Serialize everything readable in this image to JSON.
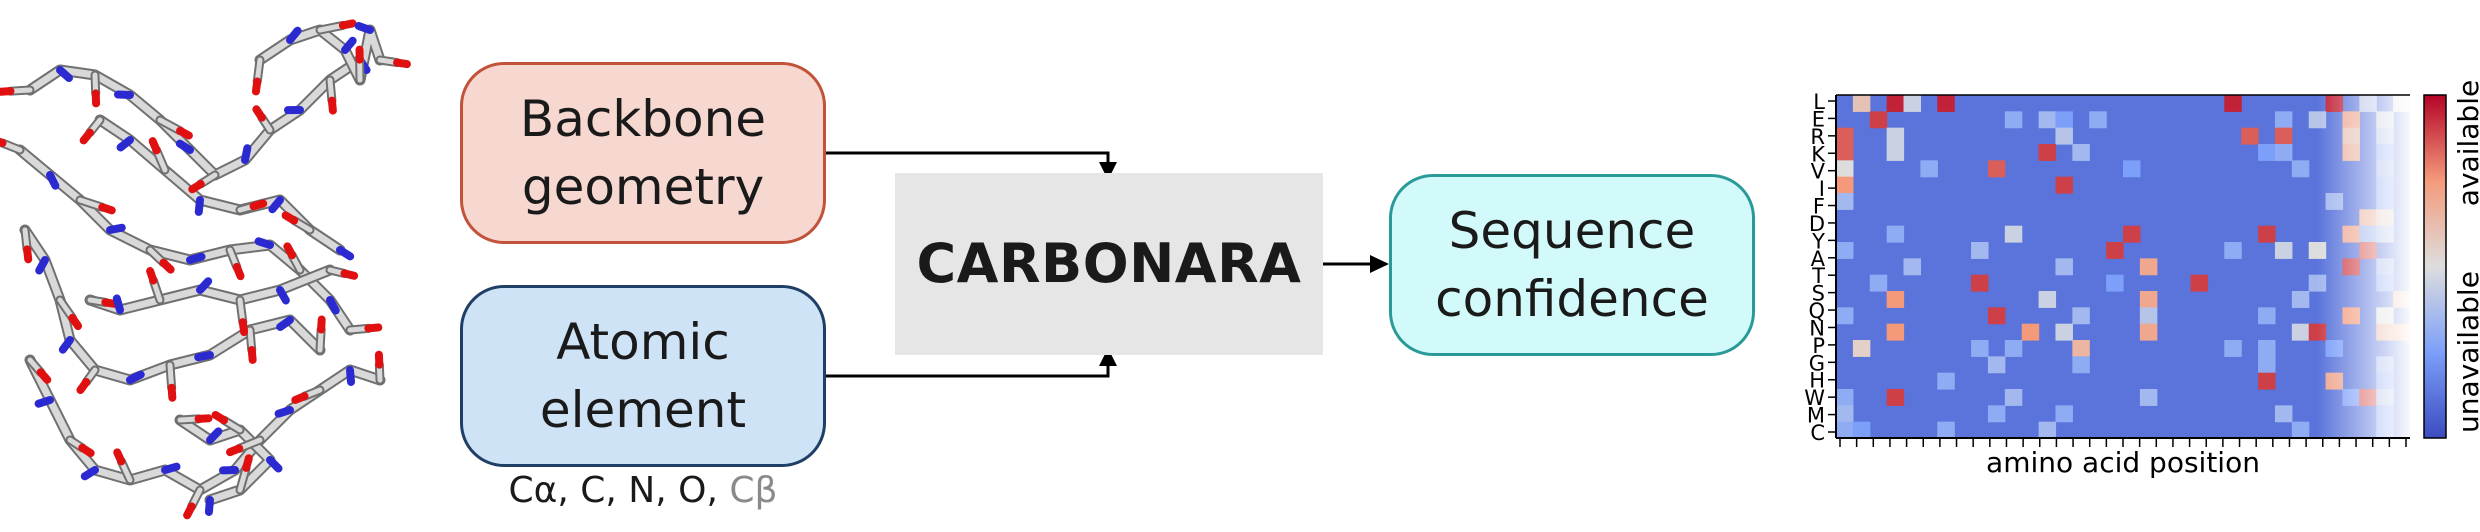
{
  "colors": {
    "backbone_fill": "#f6d8d0",
    "backbone_border": "#c0533a",
    "atomic_fill": "#cfe3f7",
    "atomic_border": "#1f3f66",
    "carbonara_fill": "#e6e6e6",
    "sequence_fill": "#d3fafa",
    "sequence_border": "#2a9a98",
    "arrow": "#000000"
  },
  "boxes": {
    "backbone": {
      "line1": "Backbone",
      "line2": "geometry"
    },
    "atomic": {
      "line1": "Atomic",
      "line2": "element"
    },
    "carbonara": {
      "label": "CARBONARA"
    },
    "sequence": {
      "line1": "Sequence",
      "line2": "confidence"
    }
  },
  "atoms": {
    "main": "Cα, C, N, O,",
    "optional": "Cβ"
  },
  "icons": {
    "structure": "protein-backbone-stick-model-icon"
  },
  "chart_data": {
    "type": "heatmap",
    "xlabel": "amino acid position",
    "y_categories": [
      "L",
      "E",
      "R",
      "K",
      "V",
      "I",
      "F",
      "D",
      "Y",
      "A",
      "T",
      "S",
      "Q",
      "N",
      "P",
      "G",
      "H",
      "W",
      "M",
      "C"
    ],
    "x_count": 34,
    "colorbar": {
      "high_label": "available",
      "low_label": "unavailable",
      "colormap": "coolwarm"
    },
    "fade_right": true,
    "background_value": 0.12,
    "cells": [
      [
        0,
        1,
        0.6
      ],
      [
        0,
        3,
        0.95
      ],
      [
        0,
        4,
        0.45
      ],
      [
        0,
        6,
        0.95
      ],
      [
        0,
        23,
        0.95
      ],
      [
        0,
        29,
        0.95
      ],
      [
        0,
        31,
        0.4
      ],
      [
        0,
        33,
        0.5
      ],
      [
        1,
        2,
        0.9
      ],
      [
        1,
        10,
        0.3
      ],
      [
        1,
        12,
        0.35
      ],
      [
        1,
        13,
        0.25
      ],
      [
        1,
        15,
        0.3
      ],
      [
        1,
        26,
        0.3
      ],
      [
        1,
        28,
        0.4
      ],
      [
        1,
        30,
        0.7
      ],
      [
        1,
        32,
        0.45
      ],
      [
        2,
        0,
        0.85
      ],
      [
        2,
        3,
        0.45
      ],
      [
        2,
        13,
        0.4
      ],
      [
        2,
        24,
        0.85
      ],
      [
        2,
        26,
        0.85
      ],
      [
        2,
        30,
        0.6
      ],
      [
        2,
        32,
        0.4
      ],
      [
        3,
        0,
        0.85
      ],
      [
        3,
        3,
        0.45
      ],
      [
        3,
        12,
        0.9
      ],
      [
        3,
        14,
        0.35
      ],
      [
        3,
        25,
        0.25
      ],
      [
        3,
        26,
        0.3
      ],
      [
        3,
        30,
        0.65
      ],
      [
        3,
        32,
        0.3
      ],
      [
        4,
        0,
        0.5
      ],
      [
        4,
        5,
        0.3
      ],
      [
        4,
        9,
        0.85
      ],
      [
        4,
        17,
        0.25
      ],
      [
        4,
        27,
        0.3
      ],
      [
        4,
        32,
        0.35
      ],
      [
        5,
        0,
        0.75
      ],
      [
        5,
        13,
        0.9
      ],
      [
        5,
        32,
        0.3
      ],
      [
        6,
        0,
        0.35
      ],
      [
        6,
        29,
        0.35
      ],
      [
        6,
        32,
        0.3
      ],
      [
        7,
        31,
        0.65
      ],
      [
        7,
        32,
        0.55
      ],
      [
        8,
        3,
        0.3
      ],
      [
        8,
        10,
        0.45
      ],
      [
        8,
        17,
        0.9
      ],
      [
        8,
        25,
        0.9
      ],
      [
        8,
        30,
        0.7
      ],
      [
        8,
        31,
        0.35
      ],
      [
        8,
        32,
        0.4
      ],
      [
        9,
        0,
        0.3
      ],
      [
        9,
        8,
        0.35
      ],
      [
        9,
        16,
        0.9
      ],
      [
        9,
        23,
        0.3
      ],
      [
        9,
        26,
        0.45
      ],
      [
        9,
        28,
        0.5
      ],
      [
        9,
        31,
        0.85
      ],
      [
        10,
        4,
        0.35
      ],
      [
        10,
        13,
        0.35
      ],
      [
        10,
        18,
        0.7
      ],
      [
        10,
        30,
        0.9
      ],
      [
        10,
        32,
        0.35
      ],
      [
        11,
        2,
        0.3
      ],
      [
        11,
        8,
        0.9
      ],
      [
        11,
        16,
        0.25
      ],
      [
        11,
        21,
        0.9
      ],
      [
        11,
        28,
        0.35
      ],
      [
        11,
        32,
        0.3
      ],
      [
        12,
        3,
        0.75
      ],
      [
        12,
        12,
        0.45
      ],
      [
        12,
        18,
        0.7
      ],
      [
        12,
        27,
        0.35
      ],
      [
        12,
        33,
        0.65
      ],
      [
        13,
        0,
        0.3
      ],
      [
        13,
        9,
        0.9
      ],
      [
        13,
        14,
        0.35
      ],
      [
        13,
        18,
        0.4
      ],
      [
        13,
        25,
        0.3
      ],
      [
        13,
        30,
        0.75
      ],
      [
        13,
        32,
        0.5
      ],
      [
        14,
        3,
        0.75
      ],
      [
        14,
        11,
        0.75
      ],
      [
        14,
        13,
        0.45
      ],
      [
        14,
        18,
        0.7
      ],
      [
        14,
        27,
        0.45
      ],
      [
        14,
        28,
        0.9
      ],
      [
        14,
        32,
        0.65
      ],
      [
        14,
        33,
        0.7
      ],
      [
        15,
        1,
        0.55
      ],
      [
        15,
        8,
        0.3
      ],
      [
        15,
        10,
        0.3
      ],
      [
        15,
        14,
        0.65
      ],
      [
        15,
        23,
        0.3
      ],
      [
        15,
        25,
        0.3
      ],
      [
        15,
        29,
        0.25
      ],
      [
        16,
        9,
        0.35
      ],
      [
        16,
        14,
        0.3
      ],
      [
        16,
        25,
        0.3
      ],
      [
        16,
        32,
        0.35
      ],
      [
        17,
        6,
        0.3
      ],
      [
        17,
        25,
        0.9
      ],
      [
        17,
        29,
        0.7
      ],
      [
        17,
        32,
        0.3
      ],
      [
        18,
        0,
        0.3
      ],
      [
        18,
        3,
        0.9
      ],
      [
        18,
        10,
        0.35
      ],
      [
        18,
        18,
        0.35
      ],
      [
        18,
        30,
        0.25
      ],
      [
        18,
        31,
        0.85
      ],
      [
        18,
        32,
        0.4
      ],
      [
        19,
        0,
        0.35
      ],
      [
        19,
        9,
        0.3
      ],
      [
        19,
        13,
        0.3
      ],
      [
        19,
        26,
        0.35
      ],
      [
        19,
        32,
        0.3
      ],
      [
        20,
        0,
        0.3
      ],
      [
        20,
        1,
        0.25
      ],
      [
        20,
        6,
        0.3
      ],
      [
        20,
        12,
        0.35
      ],
      [
        20,
        27,
        0.3
      ],
      [
        20,
        32,
        0.3
      ]
    ]
  }
}
